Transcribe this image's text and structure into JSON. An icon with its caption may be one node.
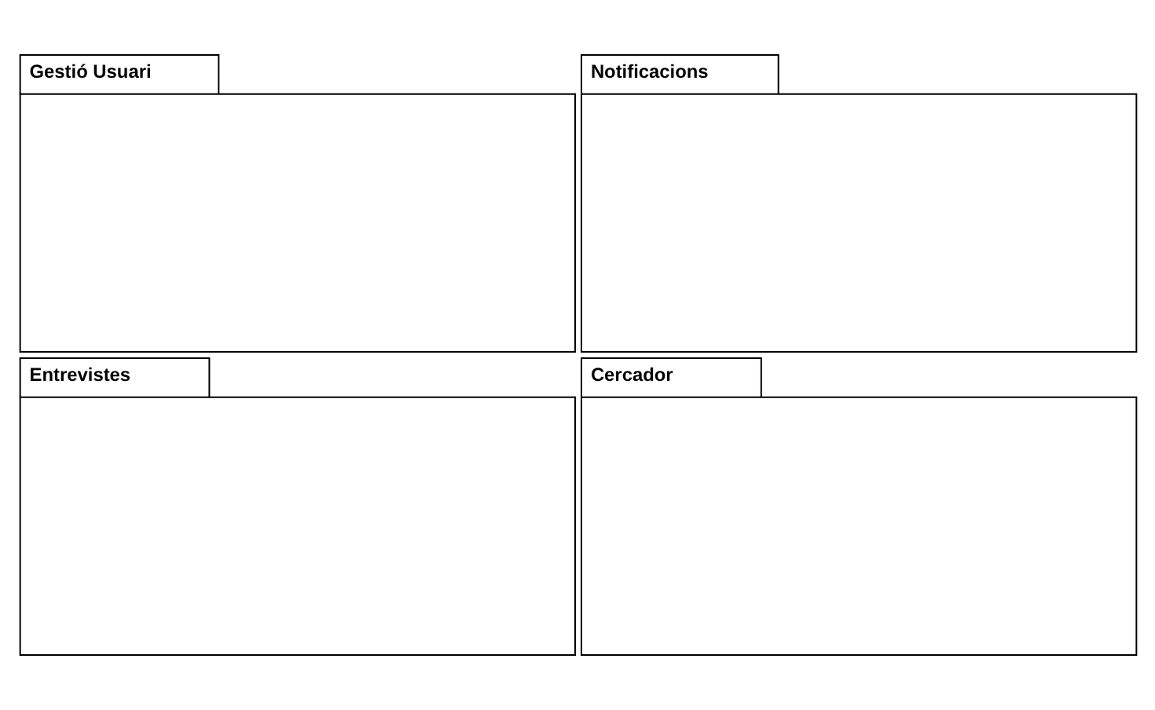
{
  "diagram": {
    "nodes": [
      {
        "text": [
          "Gestió Usuari"
        ]
      },
      {
        "text": [
          "Notificacions"
        ]
      },
      {
        "text": [
          "Entrevistes"
        ]
      },
      {
        "text": [
          "Cercador"
        ]
      }
    ]
  }
}
